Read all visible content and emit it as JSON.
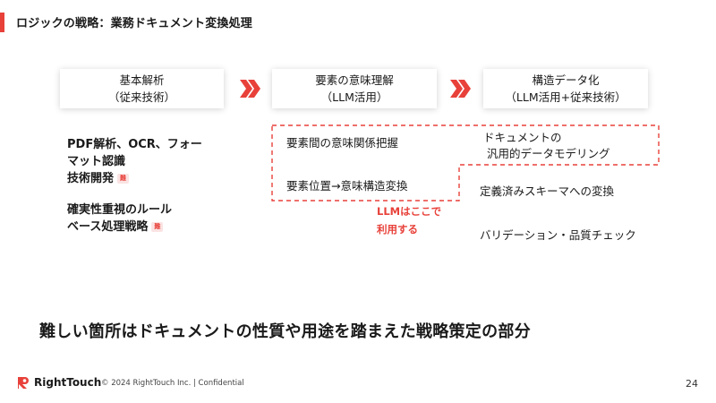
{
  "header": {
    "title": "ロジックの戦略：業務ドキュメント変換処理"
  },
  "colors": {
    "accent": "#e8413a",
    "tag_bg": "#fbe3e3"
  },
  "phases": [
    {
      "line1": "基本解析",
      "line2": "（従来技術）"
    },
    {
      "line1": "要素の意味理解",
      "line2": "（LLM活用）"
    },
    {
      "line1": "構造データ化",
      "line2": "（LLM活用+従来技術）"
    }
  ],
  "left_items": [
    {
      "lines": [
        "PDF解析、OCR、フォー",
        "マット認識",
        "技術開発"
      ],
      "tag": "難"
    },
    {
      "lines": [
        "確実性重視のルール",
        "ベース処理戦略"
      ],
      "tag": "難"
    }
  ],
  "middle_items": [
    "要素間の意味関係把握",
    "要素位置→意味構造変換"
  ],
  "llm_note": {
    "line1": "LLMはここで",
    "line2": "利用する"
  },
  "right_items": {
    "highlight_line1": "ドキュメントの",
    "highlight_line2": "汎用的データモデリング",
    "item2": "定義済みスキーマへの変換",
    "item3": "バリデーション・品質チェック"
  },
  "summary": "難しい箇所はドキュメントの性質や用途を踏まえた戦略策定の部分",
  "footer": {
    "brand": "RightTouch",
    "copyright": "© 2024 RightTouch Inc.  |  Confidential",
    "page_number": "24"
  },
  "icons": {
    "chevron": "double-chevron-right-icon",
    "logo": "righttouch-logo-icon"
  }
}
